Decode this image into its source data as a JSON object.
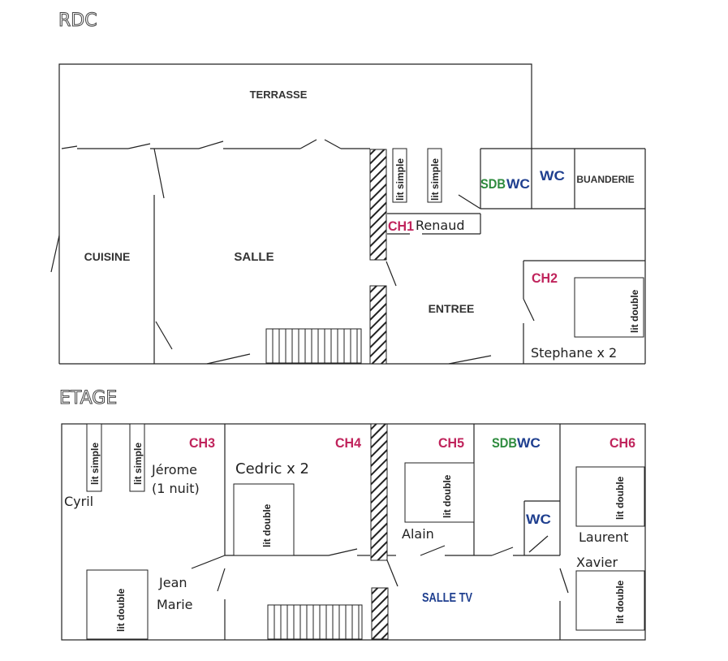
{
  "floors": {
    "ground": {
      "title": "RDC",
      "rooms": {
        "terrasse": "TERRASSE",
        "cuisine": "CUISINE",
        "salle": "SALLE",
        "entree": "ENTREE",
        "sdb": "SDB",
        "wc_1": "WC",
        "wc_2": "WC",
        "buanderie": "BUANDERIE",
        "ch1": "CH1",
        "ch2": "CH2"
      },
      "beds": {
        "ch1_bed_1": "lit simple",
        "ch1_bed_2": "lit simple",
        "ch2_bed": "lit double"
      },
      "guests": {
        "ch1": "Renaud",
        "ch2": "Stephane x 2"
      }
    },
    "upper": {
      "title": "ETAGE",
      "rooms": {
        "ch3": "CH3",
        "ch4": "CH4",
        "ch5": "CH5",
        "ch6": "CH6",
        "sdb": "SDB",
        "wc_1": "WC",
        "wc_2": "WC",
        "salle_tv": "SALLE TV"
      },
      "beds": {
        "ch3_bed_1": "lit simple",
        "ch3_bed_2": "lit simple",
        "ch3_bed_3": "lit double",
        "ch4_bed": "lit double",
        "ch5_bed": "lit double",
        "ch6_bed_1": "lit double",
        "ch6_bed_2": "lit double"
      },
      "guests": {
        "ch3_1": "Jérome",
        "ch3_1_note": "(1 nuit)",
        "ch3_2": "Cyril",
        "ch3_3_line1": "Jean",
        "ch3_3_line2": "Marie",
        "ch4": "Cedric x 2",
        "ch5": "Alain",
        "ch6_1": "Laurent",
        "ch6_2": "Xavier"
      }
    }
  },
  "colors": {
    "walls": "#222222",
    "room_label": "#333333",
    "bedroom_label": "#c0245c",
    "bathroom_label": "#2e8b3e",
    "wc_label": "#1f3f8f"
  }
}
